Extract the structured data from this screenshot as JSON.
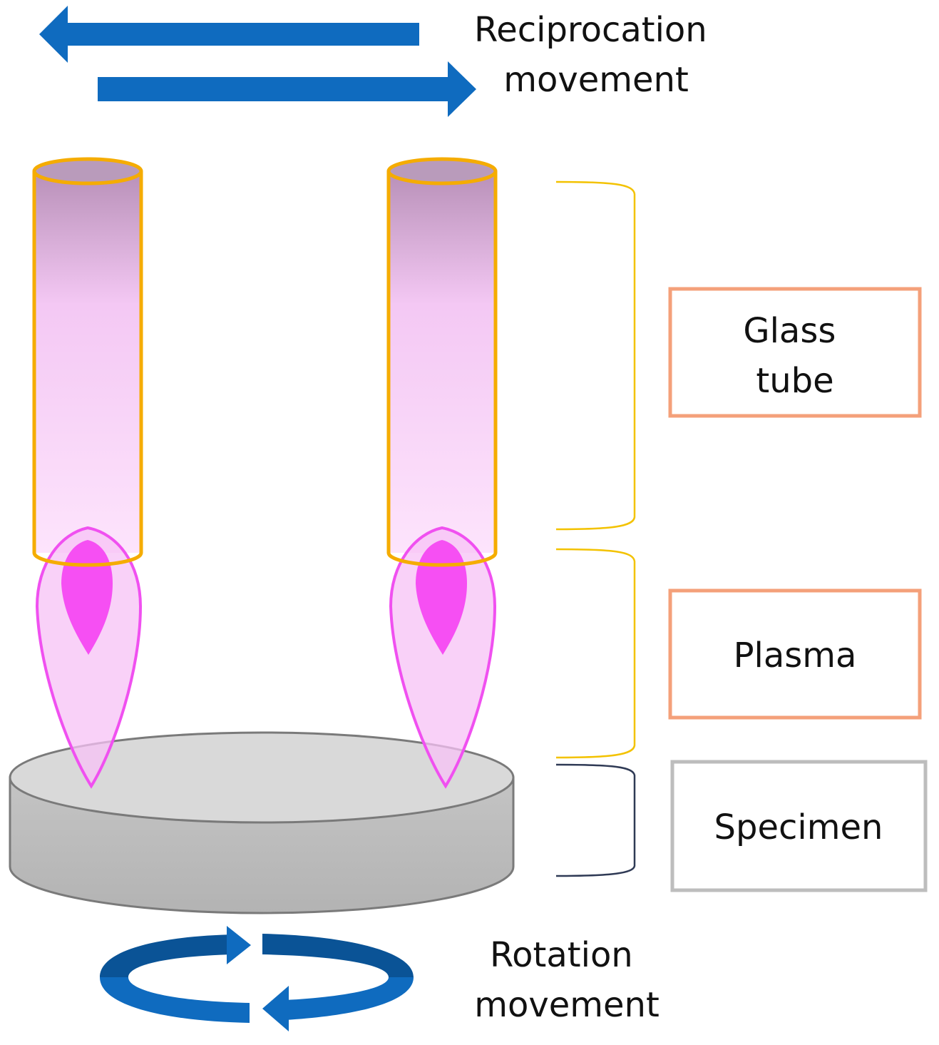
{
  "labels": {
    "reciprocation": [
      "Reciprocation",
      "movement"
    ],
    "rotation": [
      "Rotation",
      "movement"
    ],
    "glass_tube": [
      "Glass",
      "tube"
    ],
    "plasma": "Plasma",
    "specimen": "Specimen"
  },
  "colors": {
    "arrow_blue": "#0f6bbf",
    "arrow_blue_dark": "#0a5396",
    "tube_outline": "#f5ac00",
    "tube_top_fill": "#b890b8",
    "tube_mid_fill": "#f4c8f4",
    "tube_bottom_fill": "#fde4fc",
    "plasma_outline": "#f050f0",
    "plasma_fill": "#f7c2f6",
    "plasma_core": "#f64ff3",
    "specimen_top": "#d9d9d9",
    "specimen_side": "#bdbdbd",
    "specimen_outline": "#7a7a7a",
    "bracket_yellow": "#f3c200",
    "bracket_dark": "#2f3a55",
    "box_orange": "#f4a07a",
    "box_gray": "#bdbdbd"
  },
  "icons": {
    "reciprocation_arrows": "double-horizontal-arrows-icon",
    "rotation_arrows": "circular-rotation-arrows-icon"
  }
}
